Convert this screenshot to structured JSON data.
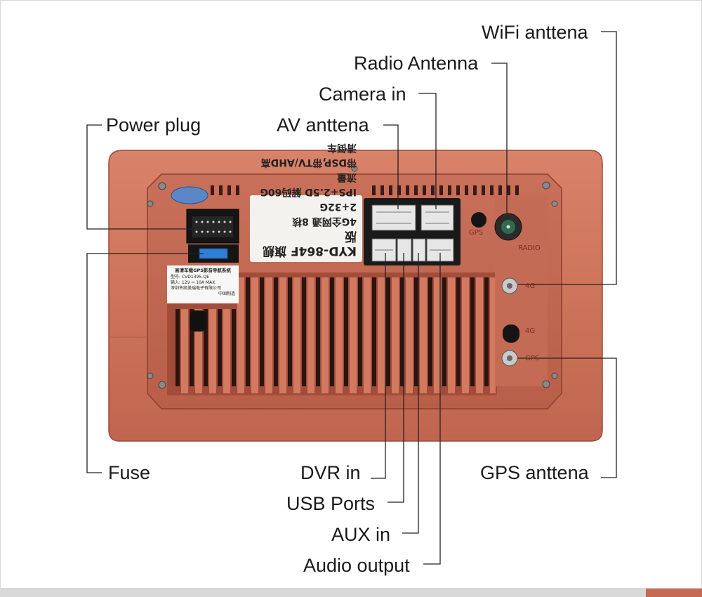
{
  "labels": {
    "wifi": "WiFi anttena",
    "radio": "Radio Antenna",
    "camera": "Camera in",
    "av": "AV anttena",
    "power": "Power plug",
    "fuse": "Fuse",
    "dvr": "DVR in",
    "usb": "USB Ports",
    "aux": "AUX in",
    "audio": "Audio output",
    "gps": "GPS anttena"
  },
  "device": {
    "sticker_lines": [
      "KYD-864F 旗舰版",
      "4G全网通 8核2+32G",
      "IPS+2.5D 解码60G流量",
      "带DSP,带TV/AHD高清倒车"
    ],
    "small_sticker_title": "高清车载GPS影音导航系统",
    "small_sticker_lines": [
      "型号: CVD1395-QE",
      "输入: 12V ⎓ 10A MAX",
      "深圳市凯美瑞电子有限公司",
      "中国制造"
    ],
    "port_marks": {
      "gps_top": "GPS",
      "radio": "RADIO",
      "ant_4g": "4G",
      "ant_4g_2": "4G",
      "gps_bottom": "GPS"
    }
  },
  "colors": {
    "chassis": "#cd7459",
    "chassis_dark": "#a2493a",
    "line": "#222222"
  }
}
